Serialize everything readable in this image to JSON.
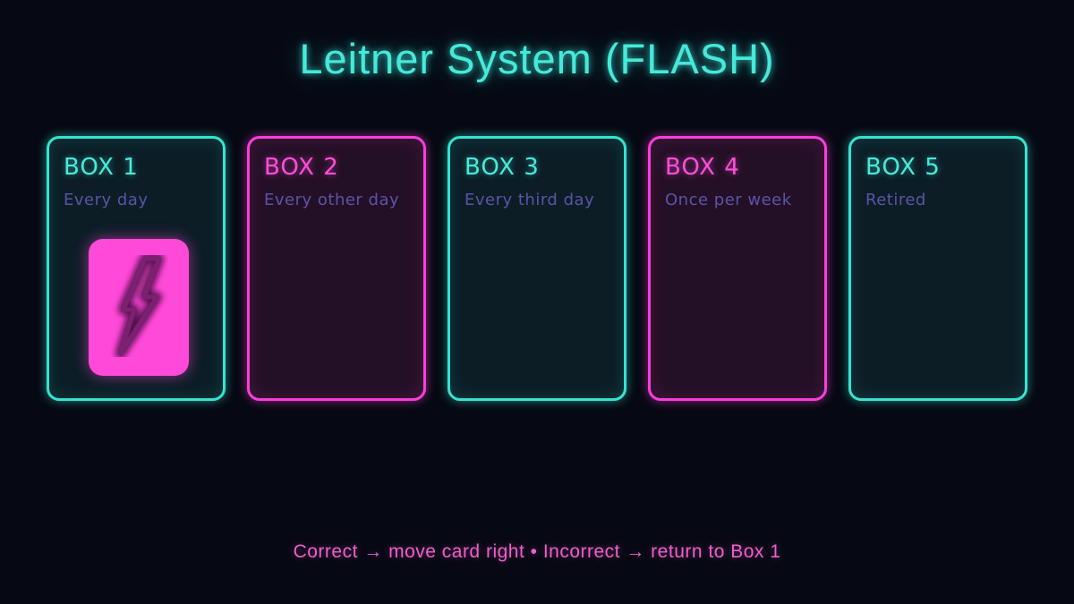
{
  "page": {
    "title": "Leitner System (FLASH)"
  },
  "boxes": [
    {
      "title": "BOX 1",
      "schedule": "Every day",
      "theme": "cyan",
      "has_card": true
    },
    {
      "title": "BOX 2",
      "schedule": "Every other day",
      "theme": "magenta",
      "has_card": false
    },
    {
      "title": "BOX 3",
      "schedule": "Every third day",
      "theme": "cyan",
      "has_card": false
    },
    {
      "title": "BOX 4",
      "schedule": "Once per week",
      "theme": "magenta",
      "has_card": false
    },
    {
      "title": "BOX 5",
      "schedule": "Retired",
      "theme": "cyan",
      "has_card": false
    }
  ],
  "card": {
    "icon": "lightning-bolt-icon",
    "location": "BOX 1"
  },
  "footer": {
    "legend": "Correct → move card right • Incorrect → return to Box 1"
  },
  "colors": {
    "background": "#060913",
    "cyan_accent": "#3ee8d6",
    "magenta_accent": "#fb3ed8",
    "muted_purple_text": "#5a54a6",
    "card_pink": "#ff49d8",
    "bolt_outline": "#7c2070",
    "cyan_box_bg": "#0c1d26",
    "magenta_box_bg": "#241026",
    "footer_pink": "#ef5ecb"
  }
}
